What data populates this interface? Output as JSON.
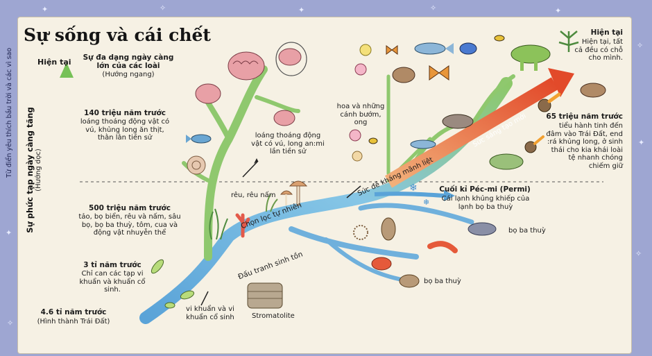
{
  "side_caption": "Từ điển yêu thích bầu trời và các vì sao",
  "title": "Sự sống và cái chết",
  "vertical_axis": {
    "top_label": "Hiện tại",
    "label": "Sự phức tạp ngày càng tăng",
    "sublabel": "(Hướng dọc)"
  },
  "horizontal_axis": {
    "label": "Sự đa dạng ngày càng lớn của các loài",
    "sublabel": "(Hướng ngang)"
  },
  "timeline": [
    {
      "time": "140 triệu năm trước",
      "desc": "loáng thoáng động vật có vú, khủng long ăn thịt, thằn lằn tiền sử"
    },
    {
      "time": "500 triệu năm trước",
      "desc": "tảo, bọ biển, rêu và nấm, sâu bọ, bọ ba thuỳ, tôm, cua và động vật nhuyễn thể"
    },
    {
      "time": "3 tỉ năm trước",
      "desc": "Chỉ can các tạp vi khuẩn và khuẩn cổ sinh."
    },
    {
      "time": "4.6 tỉ năm trước",
      "desc": "(Hình thành Trái Đất)"
    }
  ],
  "branch_labels": {
    "mammals_note": "loáng thoáng động vật có vú, long an:mi lần tiền sử",
    "moss": "rêu, rêu nấm",
    "flowers": "hoa và những cánh bướm, ong",
    "bacteria": "vi khuẩn và vi khuẩn cổ sinh",
    "stromatolite": "Stromatolite",
    "natural_selection": "Chọn lọc tự nhiên",
    "struggle": "Đấu tranh sinh tồn",
    "resistance": "Sức đề kháng mãnh liệt",
    "creativity": "Sức sáng tạo mới",
    "trilobite_1": "bọ ba thuỳ",
    "trilobite_2": "bọ ba thuỳ"
  },
  "permian": {
    "title": "Cuối kỉ Péc-mi (Permi)",
    "desc": "Cái lạnh khủng khiếp của lạnh bọ ba thuỳ"
  },
  "present": {
    "title": "Hiện tại",
    "desc": "Hiện tại, tất cả đều có chỗ cho mình."
  },
  "extinction": {
    "title": "65 triệu năm trước",
    "desc": "tiểu hành tinh đến đâm vào Trái Đất, end :rá khủng long, ở sinh thái cho kia khái loài tệ nhanh chóng chiếm giữ"
  },
  "colors": {
    "paper": "#f6f1e4",
    "frame": "#9ea6d2",
    "trunk_blue": "#6fa8d6",
    "trunk_green": "#8bc46a",
    "arrow_red": "#e8603c",
    "arrow_green": "#5fb05a"
  }
}
